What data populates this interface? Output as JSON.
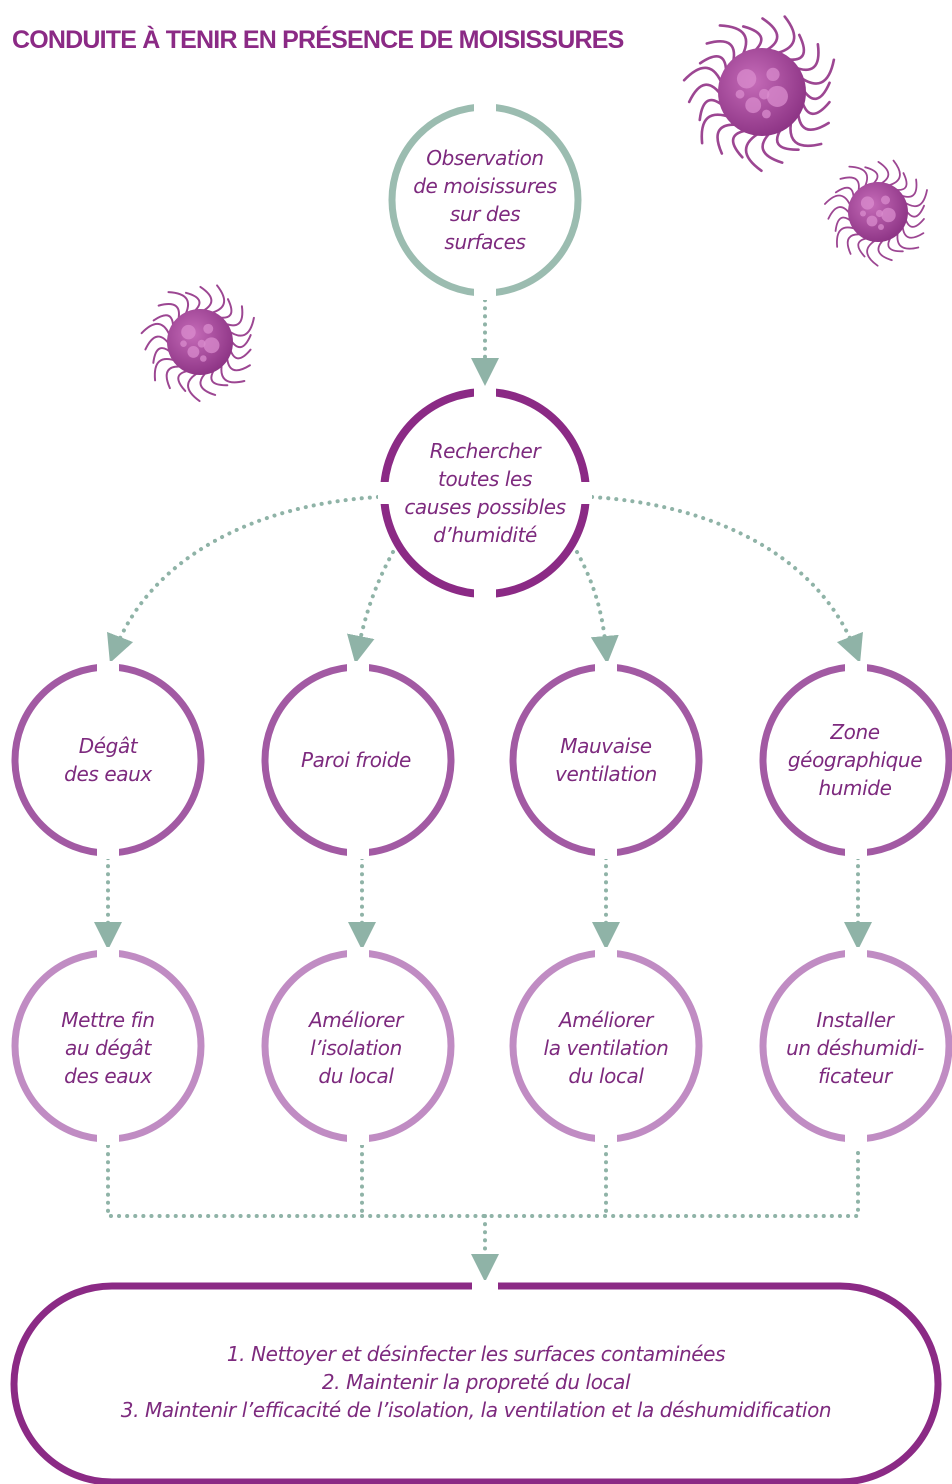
{
  "title": "CONDUITE À TENIR EN PRÉSENCE DE MOISISSURES",
  "colors": {
    "title": "#8b2a85",
    "text": "#7d2a7e",
    "ring_start": "#9bbcb0",
    "ring_main": "#8b2a85",
    "ring_cause": "#a25aa3",
    "ring_action": "#c08cc3",
    "arrows": "#8fb3a7",
    "germ": "#a64d9b"
  },
  "nodes": {
    "start": "Observation\nde moisissures\nsur des\nsurfaces",
    "search": "Rechercher\ntoutes les\ncauses possibles\nd’humidité",
    "causes": [
      "Dégât\ndes eaux",
      "Paroi froide",
      "Mauvaise\nventilation",
      "Zone\ngéographique\nhumide"
    ],
    "actions": [
      "Mettre fin\nau dégât\ndes eaux",
      "Améliorer\nl’isolation\ndu local",
      "Améliorer\nla ventilation\ndu local",
      "Installer\nun déshumidi-\nficateur"
    ]
  },
  "final_steps": [
    "1. Nettoyer et désinfecter les surfaces contaminées",
    "2. Maintenir la propreté du local",
    "3. Maintenir l’efficacité de l’isolation, la ventilation et la déshumidification"
  ],
  "icons": [
    "mold-spore-icon",
    "mold-spore-icon",
    "mold-spore-icon"
  ]
}
